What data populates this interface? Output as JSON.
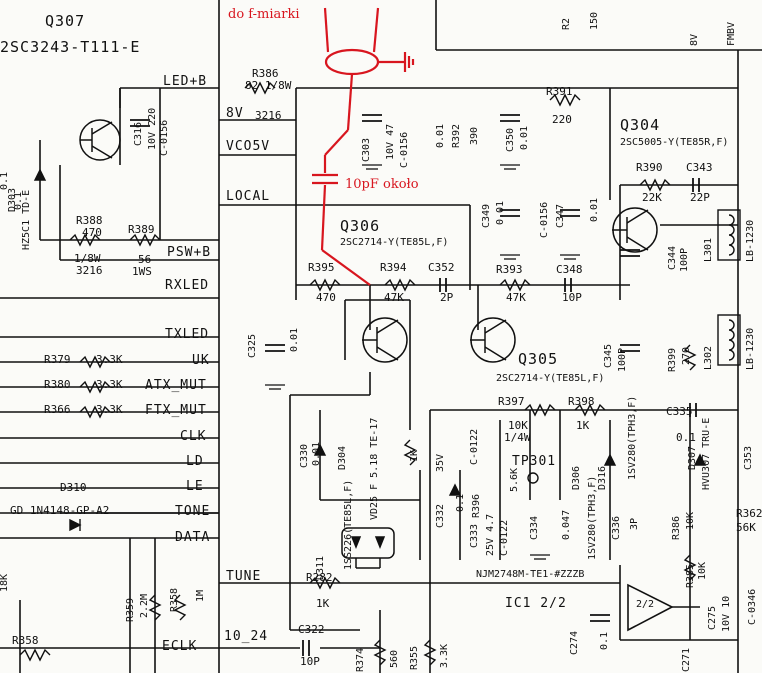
{
  "annotations": {
    "do_f_miarki": "do f-miarki",
    "c_10pf": "10pF około"
  },
  "q307": {
    "ref": "Q307",
    "part": "2SC3243-T111-E"
  },
  "q306": {
    "ref": "Q306",
    "part": "2SC2714-Y(TE85L,F)"
  },
  "q305": {
    "ref": "Q305",
    "part": "2SC2714-Y(TE85L,F)"
  },
  "q304": {
    "ref": "Q304",
    "part": "2SC5005-Y(TE85R,F)"
  },
  "ic1": {
    "ref": "IC1 2/2",
    "part": "NJM2748M-TE1-#ZZZB",
    "unit": "2/2"
  },
  "nets": {
    "led_b": "LED+B",
    "psw_b": "PSW+B",
    "rxled": "RXLED",
    "txled": "TXLED",
    "uk": "UK",
    "atx_mut": "ATX_MUT",
    "ftx_mut": "FTX_MUT",
    "clk": "CLK",
    "ld": "LD",
    "le": "LE",
    "tone": "TONE",
    "data": "DATA",
    "eclk": "ECLK",
    "tune": "TUNE",
    "v8": "8V",
    "vco5v": "VCO5V",
    "local": "LOCAL",
    "net_10_24": "10_24",
    "fmbv": "FMBV",
    "v8b": "8V"
  },
  "components": {
    "r386": {
      "ref": "R386",
      "value": "82 1/8W",
      "pkg": "3216"
    },
    "r388": {
      "ref": "R388",
      "value": "470",
      "extra": "1/8W",
      "pkg": "3216"
    },
    "r389": {
      "ref": "R389",
      "value": "56",
      "extra": "1WS"
    },
    "c316": {
      "ref": "C316",
      "value": "10V 220",
      "part": "C-0156"
    },
    "d303": {
      "ref": "D303",
      "value": "0.1",
      "part": "HZ5C1 TD-E"
    },
    "r391": {
      "ref": "R391",
      "value": "220"
    },
    "c303": {
      "ref": "C303",
      "value": "C-0156"
    },
    "c_47": {
      "value": "10V 47"
    },
    "r392": {
      "ref": "R392",
      "value": "390"
    },
    "c350": {
      "ref": "C350",
      "value": "0.01"
    },
    "c_001": {
      "value": "0.01"
    },
    "r390": {
      "ref": "R390",
      "value": "22K"
    },
    "c343": {
      "ref": "C343",
      "value": "22P"
    },
    "c349": {
      "ref": "C349",
      "value": "0.01"
    },
    "c_0156b": {
      "value": "C-0156"
    },
    "c347": {
      "ref": "C347",
      "value": "0.01"
    },
    "c344": {
      "ref": "C344",
      "value": "100P"
    },
    "l301": {
      "ref": "L301",
      "value": "LB-1230"
    },
    "l302": {
      "ref": "L302",
      "value": "LB-1230"
    },
    "r395": {
      "ref": "R395",
      "value": "470"
    },
    "r394": {
      "ref": "R394",
      "value": "47K"
    },
    "c352": {
      "ref": "C352",
      "value": "2P"
    },
    "r393": {
      "ref": "R393",
      "value": "47K"
    },
    "c348": {
      "ref": "C348",
      "value": "10P"
    },
    "c345": {
      "ref": "C345",
      "value": "100P"
    },
    "r399": {
      "ref": "R399",
      "value": "270"
    },
    "c325": {
      "ref": "C325",
      "value": "0.01"
    },
    "r379": {
      "ref": "R379",
      "value": "3.3K"
    },
    "r380": {
      "ref": "R380",
      "value": "3.3K"
    },
    "r366": {
      "ref": "R366",
      "value": "3.3K"
    },
    "d310": {
      "ref": "D310",
      "part": "GD 1N4148-GP-A2"
    },
    "r397": {
      "ref": "R397",
      "value": "10K",
      "extra": "1/4W"
    },
    "r398": {
      "ref": "R398",
      "value": "1K"
    },
    "c335": {
      "ref": "C335",
      "value": "0.1"
    },
    "c330": {
      "ref": "C330",
      "value": "0.01"
    },
    "d304": {
      "ref": "D304",
      "part": "1SS226(TE85L,F)"
    },
    "d305": {
      "ref": "D305",
      "part": "VD25 F 5.18 TE-17"
    },
    "r_1k": {
      "value": "1K"
    },
    "c332": {
      "ref": "C332",
      "value": "0.1"
    },
    "c_0122": {
      "value": "C-0122"
    },
    "v35": {
      "value": "35V"
    },
    "r396": {
      "ref": "R396",
      "value": "5.6K"
    },
    "c333": {
      "ref": "C333",
      "value": "25V 4.7"
    },
    "c_0122b": {
      "value": "C-0122"
    },
    "tp301": {
      "ref": "TP301"
    },
    "c334": {
      "ref": "C334",
      "value": "0.047"
    },
    "d306": {
      "ref": "D306",
      "part": "1SV280(TPH3,F)"
    },
    "d316": {
      "ref": "D316",
      "part": "1SV280(TPH3,F)"
    },
    "c336": {
      "ref": "C336",
      "value": "3P"
    },
    "d307": {
      "ref": "D307",
      "part": "HVU307 TRU-E"
    },
    "r386b": {
      "ref": "R386",
      "value": "10K"
    },
    "r362": {
      "ref": "R362",
      "value": "56K"
    },
    "r385": {
      "ref": "R385",
      "value": "10K"
    },
    "c275": {
      "ref": "C275",
      "value": "10V 10"
    },
    "c_0346": {
      "value": "C-0346"
    },
    "d311": {
      "ref": "D311"
    },
    "r282": {
      "ref": "R282",
      "value": "1K"
    },
    "c322": {
      "ref": "C322",
      "value": "10P"
    },
    "r374": {
      "ref": "R374",
      "value": "560"
    },
    "r355": {
      "ref": "R355",
      "value": "3.3K"
    },
    "c274": {
      "ref": "C274",
      "value": "0.1"
    },
    "c271": {
      "ref": "C271",
      "value": ""
    },
    "r359": {
      "ref": "R359",
      "value": "2.2M"
    },
    "r358b": {
      "ref": "R358",
      "value": "1M"
    },
    "r358": {
      "ref": "R358"
    },
    "r_18k": {
      "value": "18K"
    },
    "d303v": {
      "value": "0.1"
    },
    "c353": {
      "ref": "C353"
    },
    "r_top": {
      "ref": "R2",
      "value": "150"
    }
  }
}
